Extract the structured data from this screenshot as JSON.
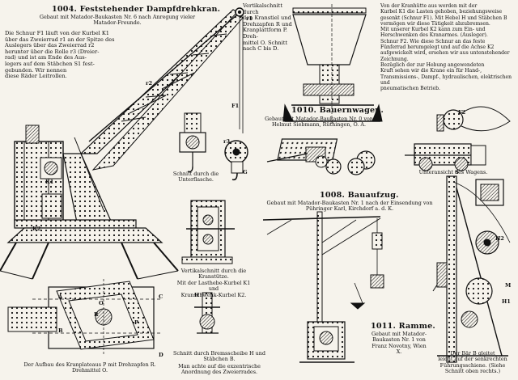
{
  "crane": {
    "title": "1004. Feststehender Dampfdrehkran.",
    "subtitle": "Gebaut mit Matador-Baukasten Nr. 6 nach Anregung vieler\nMatador-Freunde.",
    "body": "Die Schnur F1 läuft von der Kurbel K1\nüber das Zweierrad r1 an der Spitze des\nAuslegers über das Zweierrad r2\nherunter über die Rolle r3 (Dreier-\nrad) und ist am Ende des Aus-\nlegers auf dem Stäbchen S1 fest-\ngebunden. Wir nennen\ndiese Räder Leitrollen.",
    "cap_section": "Vertikalschnitt durch\nden Kranstiel und\nDrehzapfen R und\nKranplattform P. Dreh-\nmittel O. Schnitt\nnach C bis D.",
    "cap_pulley": "Schnitt durch die\nUnterflasche.",
    "cap_vert": "Vertikalschnitt durch die Kranstütze.\nMit der Lasthebe-Kurbel K1 und\nKranschwenk-Kurbel K2.",
    "cap_brake": "Schnitt durch Bremsscheibe H und\nStäbchen B.",
    "cap_brake2": "Man achte auf die exzentrische\nAnordnung des Zweierrades.",
    "cap_base": "Der Aufbau des Kranplateaus P mit Drehzapfen R.\nDrehmittel O.",
    "right_col": "Von der Kranhütte aus werden mit der\nKurbel K1 die Lasten gehoben, beziehungsweise\ngesenkt (Schnur F1). Mit Hebel H und Stäbchen B\nvermögen wir diese Tätigkeit abzubremsen.\nMit unserer Kurbel K2 kann zum Ein- und\nHerschwenken des Kranarmes. (Ausleger).\nSchnur F2. Wie diese Schnur an das feste\nFünferrad herumgelegt und auf die Achse K2\naufgewickelt wird, ersehen wir aus untenstehender\nZeichnung.\nBezüglich der zur Hebung angewendeten\nKraft sehen wir die Krane ein für Hand-,\nTransmissions-, Dampf-, hydraulischen, elektrischen und\npneumatischen Betrieb."
  },
  "wagon": {
    "title": "1010. Bauernwagen.",
    "subtitle": "Gebaut mit Matador-Baukasten Nr. 0 von\nHelmut Siebmann, Rüthingen, O. A.",
    "cap_under": "Unteransicht des Wagens."
  },
  "lift": {
    "title": "1008. Bauaufzug.",
    "subtitle": "Gebaut mit Matador-Baukasten Nr. 1 nach der Einsendung von\nPühringer Karl, Kirchdorf a. d. K."
  },
  "ramme": {
    "title": "1011. Ramme.",
    "subtitle": "Gebaut mit Matador-\nBaukasten Nr. 1 von\nFranz Novotny, Wien X.",
    "body": "Der Bär B gleitet\nleicht auf der senkrechten\nFührungsschiene. (Siehe\nSchnitt oben rechts.)"
  },
  "labels": {
    "A": "A",
    "B": "B",
    "C": "C",
    "D": "D",
    "R": "R",
    "P": "P",
    "O": "O",
    "K1": "K1",
    "K2": "K2",
    "F1": "F1",
    "F2": "F2",
    "r1": "r1",
    "r2": "r2",
    "r3": "r3",
    "H": "H",
    "M": "M",
    "G": "G",
    "H1": "H1",
    "H2": "H2",
    "S": "S"
  }
}
